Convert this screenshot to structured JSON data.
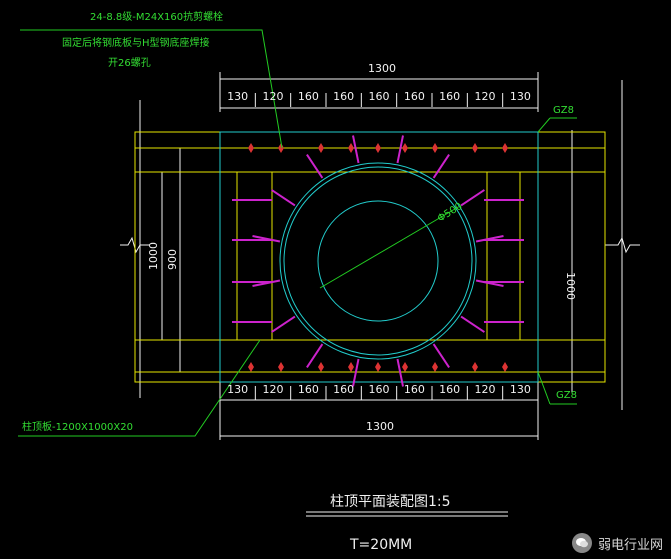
{
  "notes": {
    "bolt": "24-8.8级-M24X160抗剪螺栓",
    "plate_line1": "固定后将钢底板与H型钢底座焊接",
    "plate_line2": "开26螺孔",
    "column_plate": "柱顶板-1200X1000X20"
  },
  "dims": {
    "top_total": "1300",
    "bottom_total": "1300",
    "top_segments": [
      "130",
      "120",
      "160",
      "160",
      "160",
      "160",
      "160",
      "120",
      "130"
    ],
    "bottom_segments": [
      "130",
      "120",
      "160",
      "160",
      "160",
      "160",
      "160",
      "120",
      "130"
    ],
    "left_outer": "1000",
    "left_inner": "900",
    "right": "1000",
    "diameter": "Φ500"
  },
  "labels": {
    "gz_top": "GZ8",
    "gz_bottom": "GZ8"
  },
  "title": {
    "main": "柱顶平面装配图1:5",
    "sub": "T=20MM"
  },
  "watermark": {
    "text": "弱电行业网"
  },
  "colors": {
    "yellow": "#e6e600",
    "green": "#22cc22",
    "cyan": "#22cccc",
    "magenta": "#cc22cc",
    "white": "#f2f2f2",
    "red": "#dd3333"
  }
}
